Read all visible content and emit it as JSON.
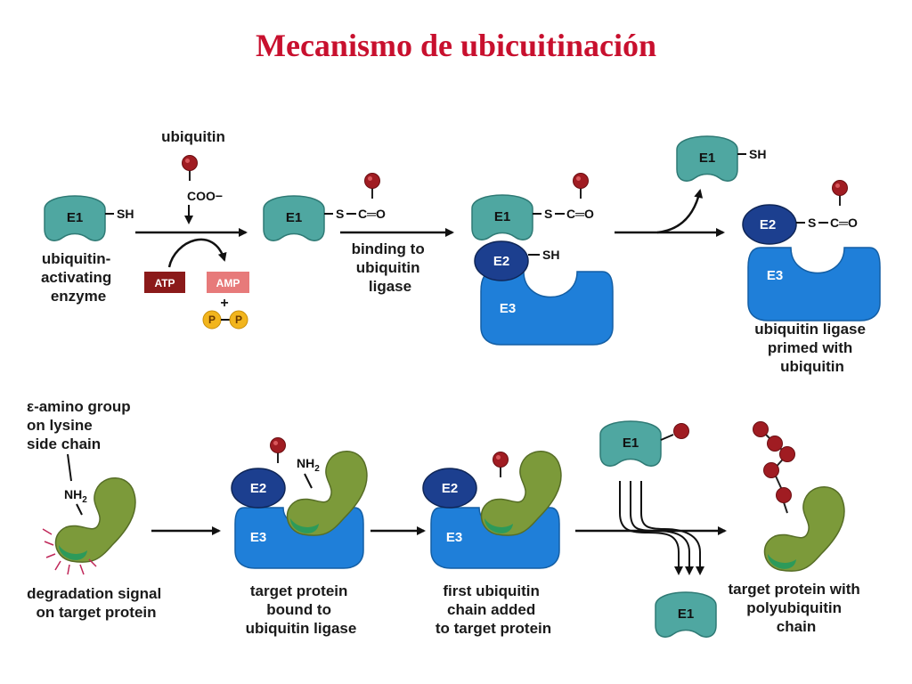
{
  "title": "Mecanismo de ubicuitinación",
  "colors": {
    "title": "#c8102e",
    "e1": "#4fa7a1",
    "e2": "#1c3f8f",
    "e3": "#1f7fd9",
    "target": "#7c9a3a",
    "signal": "#2c9a5a",
    "ubiquitin": "#a01c22",
    "atp": "#8b1a1a",
    "amp": "#e77a7a",
    "phosphate": "#f2b51d"
  },
  "enzymes": {
    "e1": "E1",
    "e2": "E2",
    "e3": "E3"
  },
  "chem": {
    "sh": "SH",
    "s_dash": "S",
    "c_eq_o": "C═O",
    "coo": "COO−",
    "nh2": "NH",
    "sub2": "2",
    "plus": "+",
    "p": "P"
  },
  "icons": [
    "ubiquitin-icon",
    "phosphate-icon",
    "arrow-icon"
  ],
  "row1": {
    "ubiquitin_label": "ubiquitin",
    "e1_caption": [
      "ubiquitin-",
      "activating",
      "enzyme"
    ],
    "atp": "ATP",
    "amp": "AMP",
    "binding_caption": [
      "binding to",
      "ubiquitin",
      "ligase"
    ],
    "primed_caption": [
      "ubiquitin ligase",
      "primed with",
      "ubiquitin"
    ]
  },
  "row2": {
    "lysine_caption": [
      "ε-amino group",
      "on lysine",
      "side chain"
    ],
    "degradation_caption": [
      "degradation signal",
      "on target protein"
    ],
    "bound_caption": [
      "target protein",
      "bound to",
      "ubiquitin ligase"
    ],
    "first_chain_caption": [
      "first ubiquitin",
      "chain added",
      "to target protein"
    ],
    "poly_caption": [
      "target protein with",
      "polyubiquitin",
      "chain"
    ]
  }
}
